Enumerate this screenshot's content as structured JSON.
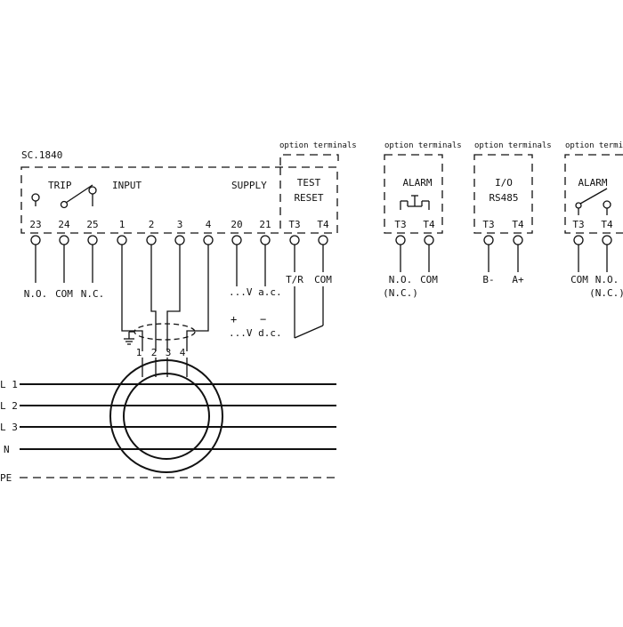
{
  "device": {
    "model": "SC.1840",
    "group_labels": {
      "trip": "TRIP",
      "input": "INPUT",
      "supply": "SUPPLY"
    },
    "terminals": [
      "23",
      "24",
      "25",
      "1",
      "2",
      "3",
      "4",
      "20",
      "21"
    ],
    "trip_outputs": [
      "N.O.",
      "COM",
      "N.C."
    ],
    "supply_ac": "...V a.c.",
    "supply_dc": "...V d.c.",
    "plus": "+",
    "minus": "−"
  },
  "test_reset": {
    "header": "option terminals",
    "title_line1": "TEST",
    "title_line2": "RESET",
    "terminals": [
      "T3",
      "T4"
    ],
    "outputs": [
      "T/R",
      "COM"
    ]
  },
  "alarm_module": {
    "header": "option terminals",
    "title": "ALARM",
    "terminals": [
      "T3",
      "T4"
    ],
    "out_left": "N.O.",
    "out_left_alt": "(N.C.)",
    "out_right": "COM"
  },
  "io_module": {
    "header": "option terminals",
    "title_line1": "I/O",
    "title_line2": "RS485",
    "terminals": [
      "T3",
      "T4"
    ],
    "outputs": [
      "B-",
      "A+"
    ]
  },
  "alarm_module_2": {
    "header": "option terminals",
    "title": "ALARM",
    "terminals": [
      "T3",
      "T4"
    ],
    "out_left": "COM",
    "out_right": "N.O.",
    "out_right_alt": "(N.C.)"
  },
  "sensor": {
    "wire_labels": [
      "1",
      "2",
      "3",
      "4"
    ]
  },
  "lines": {
    "labels": [
      "L 1",
      "L 2",
      "L 3",
      "N",
      "PE"
    ]
  }
}
